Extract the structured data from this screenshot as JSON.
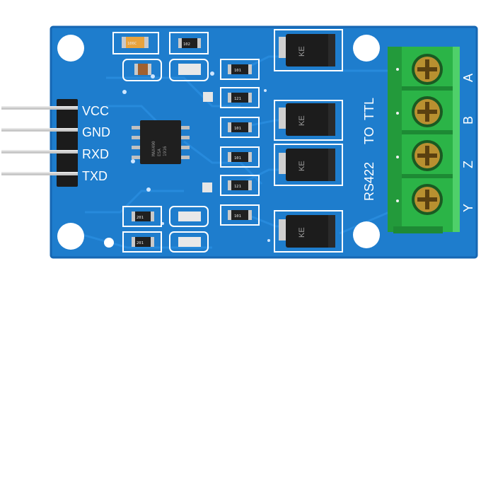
{
  "board": {
    "pin_labels": [
      "VCC",
      "GND",
      "RXD",
      "TXD"
    ],
    "terminal_labels": [
      "A",
      "B",
      "Z",
      "Y"
    ],
    "title_rs422": "RS422",
    "title_to": "TO",
    "title_ttl": "TTL",
    "ic_marking": [
      "MAX490",
      "ESA",
      "1916"
    ],
    "diode_marking": "KE",
    "resistor_codes": [
      "101",
      "121",
      "101",
      "101",
      "121",
      "101"
    ],
    "left_resistor_codes": [
      "102",
      "201",
      "201"
    ],
    "cap_marking": "106C"
  },
  "colors": {
    "pcb": "#1f7fd0",
    "pcb_dark": "#1566b0",
    "terminal": "#2fb84a",
    "silkscreen": "#ffffff"
  }
}
